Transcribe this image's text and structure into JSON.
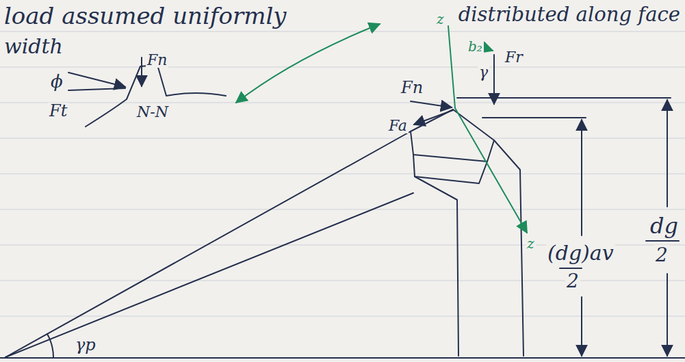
{
  "diagram": {
    "labels": [
      "load assumed uniformly",
      "distributed along face",
      "width",
      "Fn",
      "ϕ",
      "Ft",
      "N-N",
      "z",
      "b₂",
      "Fr",
      "γ",
      "Fn",
      "Fa",
      "z",
      "(dg)av",
      "2",
      "dg",
      "2",
      "γp"
    ]
  }
}
